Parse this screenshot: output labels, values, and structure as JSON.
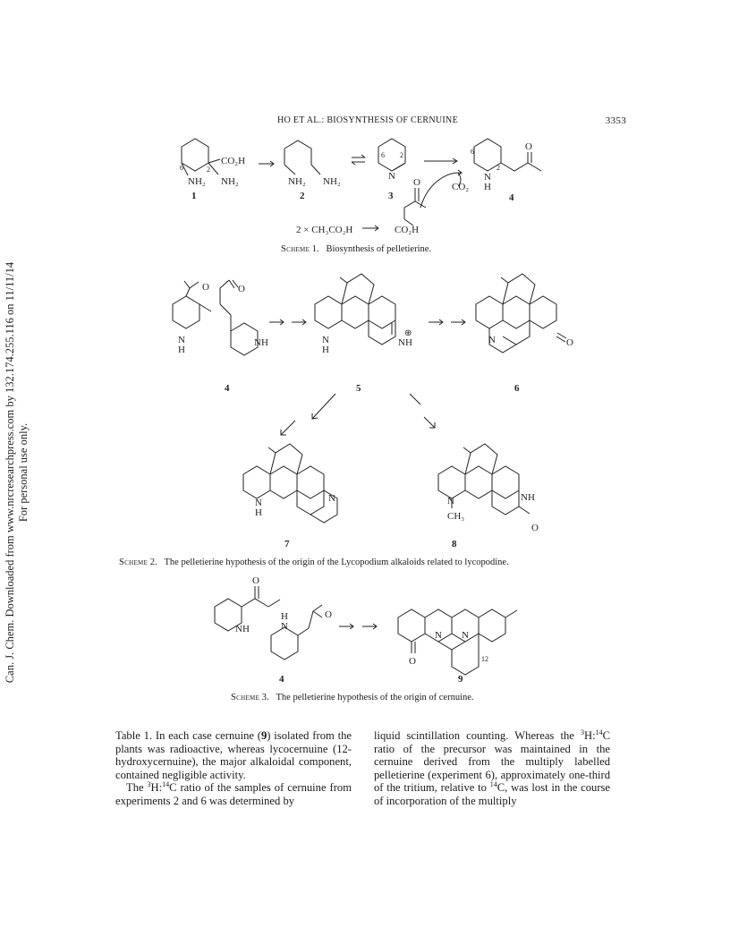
{
  "sidebar": {
    "line1": "Can. J. Chem. Downloaded from www.nrcresearchpress.com by 132.174.255.116 on 11/11/14",
    "line2": "For personal use only."
  },
  "header": {
    "running_title": "HO ET AL.: BIOSYNTHESIS OF CERNUINE",
    "page_number": "3353"
  },
  "scheme1": {
    "caption_label": "Scheme",
    "caption_num": "1.",
    "caption_text": "Biosynthesis of pelletierine.",
    "labels": {
      "co2h": "CO₂H",
      "nh2": "NH₂",
      "n6": "6",
      "n2": "2",
      "c1": "1",
      "c2": "2",
      "c3": "3",
      "c4": "4",
      "N": "N",
      "H": "H",
      "O": "O",
      "co2": "CO₂",
      "reagent": "2 × CH₃CO₂H",
      "arrow": "⟶"
    }
  },
  "scheme2": {
    "caption_label": "Scheme",
    "caption_num": "2.",
    "caption_text": "The pelletierine hypothesis of the origin of the Lycopodium alkaloids related to lycopodine.",
    "labels": {
      "c4": "4",
      "c5": "5",
      "c6": "6",
      "c7": "7",
      "c8": "8",
      "N": "N",
      "H": "H",
      "NH": "NH",
      "O": "O",
      "ch3": "CH₃",
      "plus": "⊕"
    }
  },
  "scheme3": {
    "caption_label": "Scheme",
    "caption_num": "3.",
    "caption_text": "The pelletierine hypothesis of the origin of cernuine.",
    "labels": {
      "c4": "4",
      "c9": "9",
      "n12": "12",
      "N": "N",
      "H": "H",
      "NH": "NH",
      "O": "O"
    }
  },
  "body": {
    "col1_p1_a": "Table 1. In each case cernuine (",
    "col1_p1_b": "9",
    "col1_p1_c": ") isolated from the plants was radioactive, whereas lycocernuine (12-hydroxycernuine), the major alkaloidal component, contained negligible activity.",
    "col1_p2_a": "The ",
    "col1_p2_b": "H:",
    "col1_p2_c": "C ratio of the samples of cernuine from experiments 2 and 6 was determined by",
    "col2_a": "liquid scintillation counting. Whereas the ",
    "col2_b": "H:",
    "col2_c": "C ratio of the precursor was maintained in the cernuine derived from the multiply labelled pelletierine (experiment 6), approximately one-third of the tritium, relative to ",
    "col2_d": "C, was lost in the course of incorporation of the multiply",
    "sup3": "3",
    "sup14": "14"
  }
}
